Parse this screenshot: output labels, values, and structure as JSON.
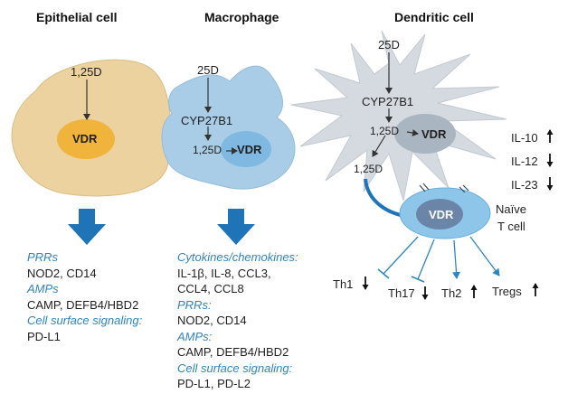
{
  "columns": {
    "epithelial": {
      "title": "Epithelial cell",
      "ligand": "1,25D",
      "receptor": "VDR"
    },
    "macrophage": {
      "title": "Macrophage",
      "precursor": "25D",
      "enzyme": "CYP27B1",
      "ligand": "1,25D",
      "receptor": "VDR"
    },
    "dendritic": {
      "title": "Dendritic cell",
      "precursor": "25D",
      "enzyme": "CYP27B1",
      "ligand": "1,25D",
      "ligand_out": "1,25D",
      "receptor": "VDR",
      "cytokines": [
        {
          "label": "IL-10",
          "dir": "up"
        },
        {
          "label": "IL-12",
          "dir": "down"
        },
        {
          "label": "IL-23",
          "dir": "down"
        }
      ]
    }
  },
  "tcell": {
    "receptor": "VDR",
    "label_line1": "Naïve",
    "label_line2": "T cell"
  },
  "tcell_outputs": [
    {
      "label": "Th1",
      "dir": "down"
    },
    {
      "label": "Th17",
      "dir": "down"
    },
    {
      "label": "Th2",
      "dir": "up"
    },
    {
      "label": "Tregs",
      "dir": "up"
    }
  ],
  "epithelial_list": [
    {
      "text": "PRRs",
      "category": true
    },
    {
      "text": "NOD2, CD14",
      "category": false
    },
    {
      "text": "AMPs",
      "category": true
    },
    {
      "text": "CAMP, DEFB4/HBD2",
      "category": false
    },
    {
      "text": "Cell surface signaling:",
      "category": true
    },
    {
      "text": "PD-L1",
      "category": false
    }
  ],
  "macrophage_list": [
    {
      "text": "Cytokines/chemokines:",
      "category": true
    },
    {
      "text": "IL-1β, IL-8, CCL3,",
      "category": false
    },
    {
      "text": "CCL4, CCL8",
      "category": false
    },
    {
      "text": "PRRs:",
      "category": true
    },
    {
      "text": "NOD2, CD14",
      "category": false
    },
    {
      "text": "AMPs:",
      "category": true
    },
    {
      "text": "CAMP, DEFB4/HBD2",
      "category": false
    },
    {
      "text": "Cell surface signaling:",
      "category": true
    },
    {
      "text": "PD-L1, PD-L2",
      "category": false
    }
  ],
  "colors": {
    "epithelial_cell": "#ecd29e",
    "epithelial_nucleus": "#f0b43c",
    "macrophage_cell": "#a9cde6",
    "macrophage_nucleus": "#7fb8e0",
    "dendritic_cell": "#d4dae0",
    "dendritic_nucleus": "#a9b5c1",
    "tcell_body": "#8ec6ea",
    "tcell_nucleus": "#6b85a8",
    "arrow_blue": "#1f73b7",
    "line_blue": "#2e86c1",
    "category_text": "#2e86c1"
  }
}
